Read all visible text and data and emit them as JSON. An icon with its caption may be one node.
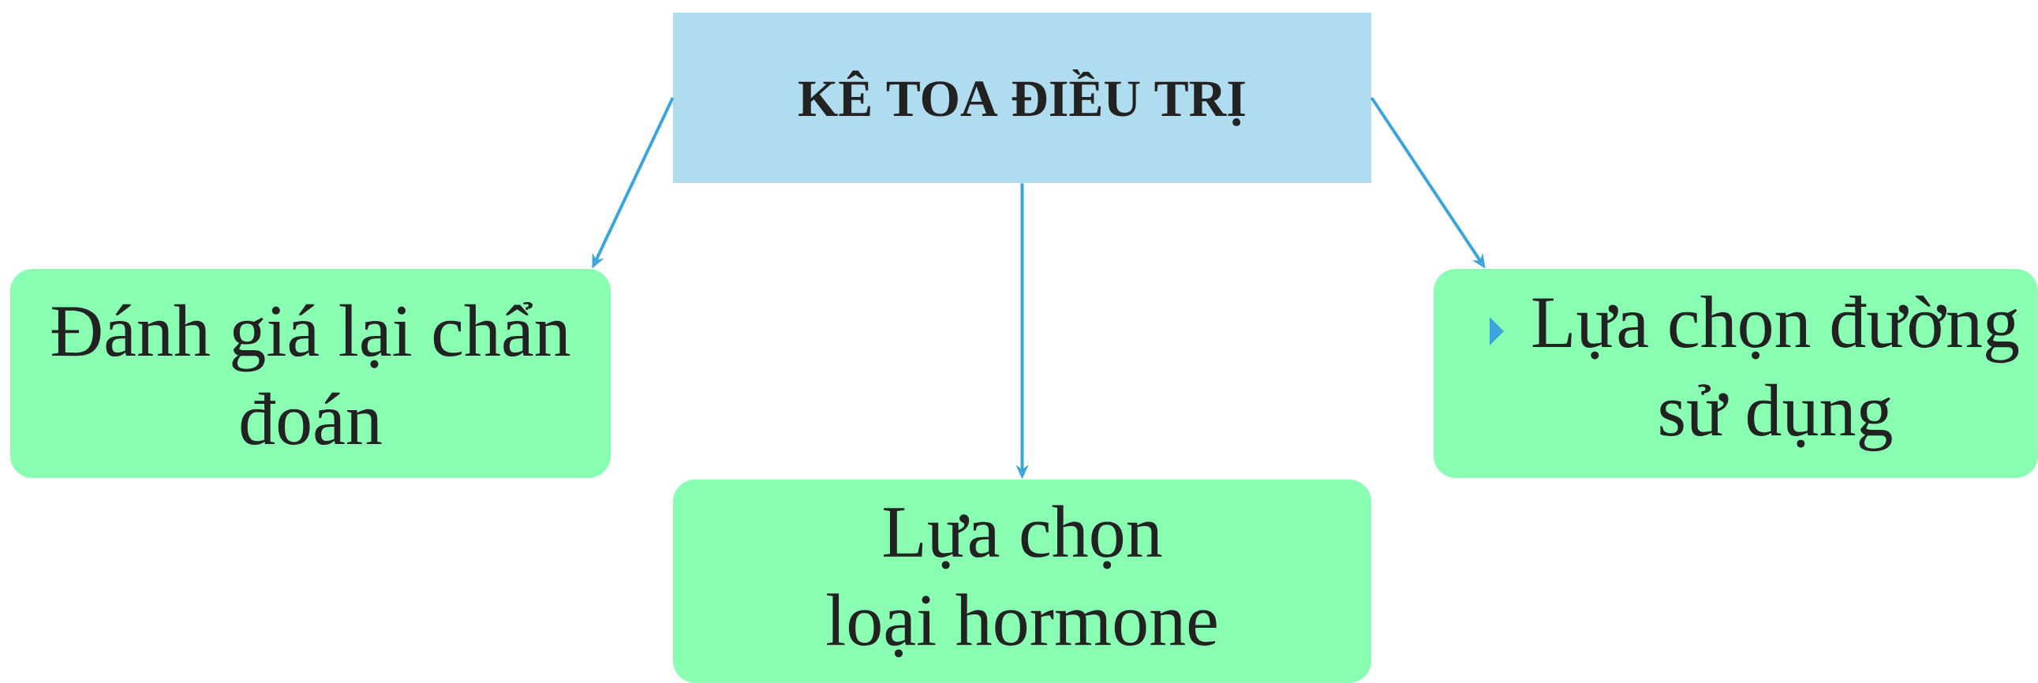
{
  "diagram": {
    "nodes": [
      {
        "text": [
          "KÊ TOA ĐIỀU TRỊ"
        ]
      },
      {
        "text": [
          "Đánh giá lại chẩn đoán"
        ]
      },
      {
        "text": [
          "Lựa chọn loại hormone"
        ]
      },
      {
        "text": [
          "Lựa chọn đường sử dụng"
        ]
      }
    ],
    "edges": [
      {
        "from": 0,
        "to": 1,
        "arrow": "to"
      },
      {
        "from": 0,
        "to": 2,
        "arrow": "to"
      },
      {
        "from": 0,
        "to": 3,
        "arrow": "to"
      }
    ]
  }
}
